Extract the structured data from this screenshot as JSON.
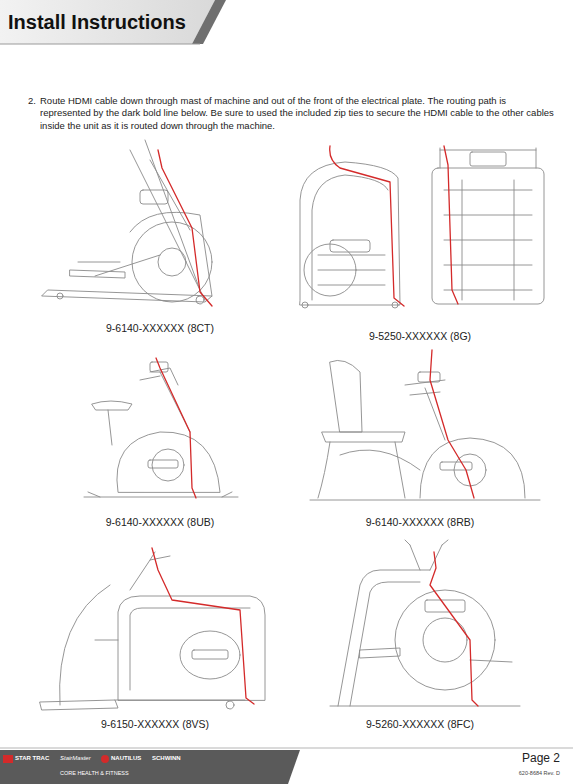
{
  "diagram": {
    "title": "Install Instructions",
    "labels": [
      "2.",
      "Route HDMI cable down through mast of machine and out of the front of the electrical plate. The routing path is represented by the dark bold line below. Be sure to used the included zip ties to secure the HDMI cable to the other cables inside the unit as it is routed down through the machine.",
      "9-6140-XXXXXX (8CT)",
      "9-5250-XXXXXX (8G)",
      "9-6140-XXXXXX (8UB)",
      "9-6140-XXXXXX (8RB)",
      "9-6150-XXXXXX (8VS)",
      "9-5260-XXXXXX (8FC)",
      "STAR TRAC",
      "StairMaster",
      "NAUTILUS",
      "SCHWINN",
      "CORE HEALTH & FITNESS",
      "Page 2",
      "620-8684 Rev. D"
    ]
  }
}
